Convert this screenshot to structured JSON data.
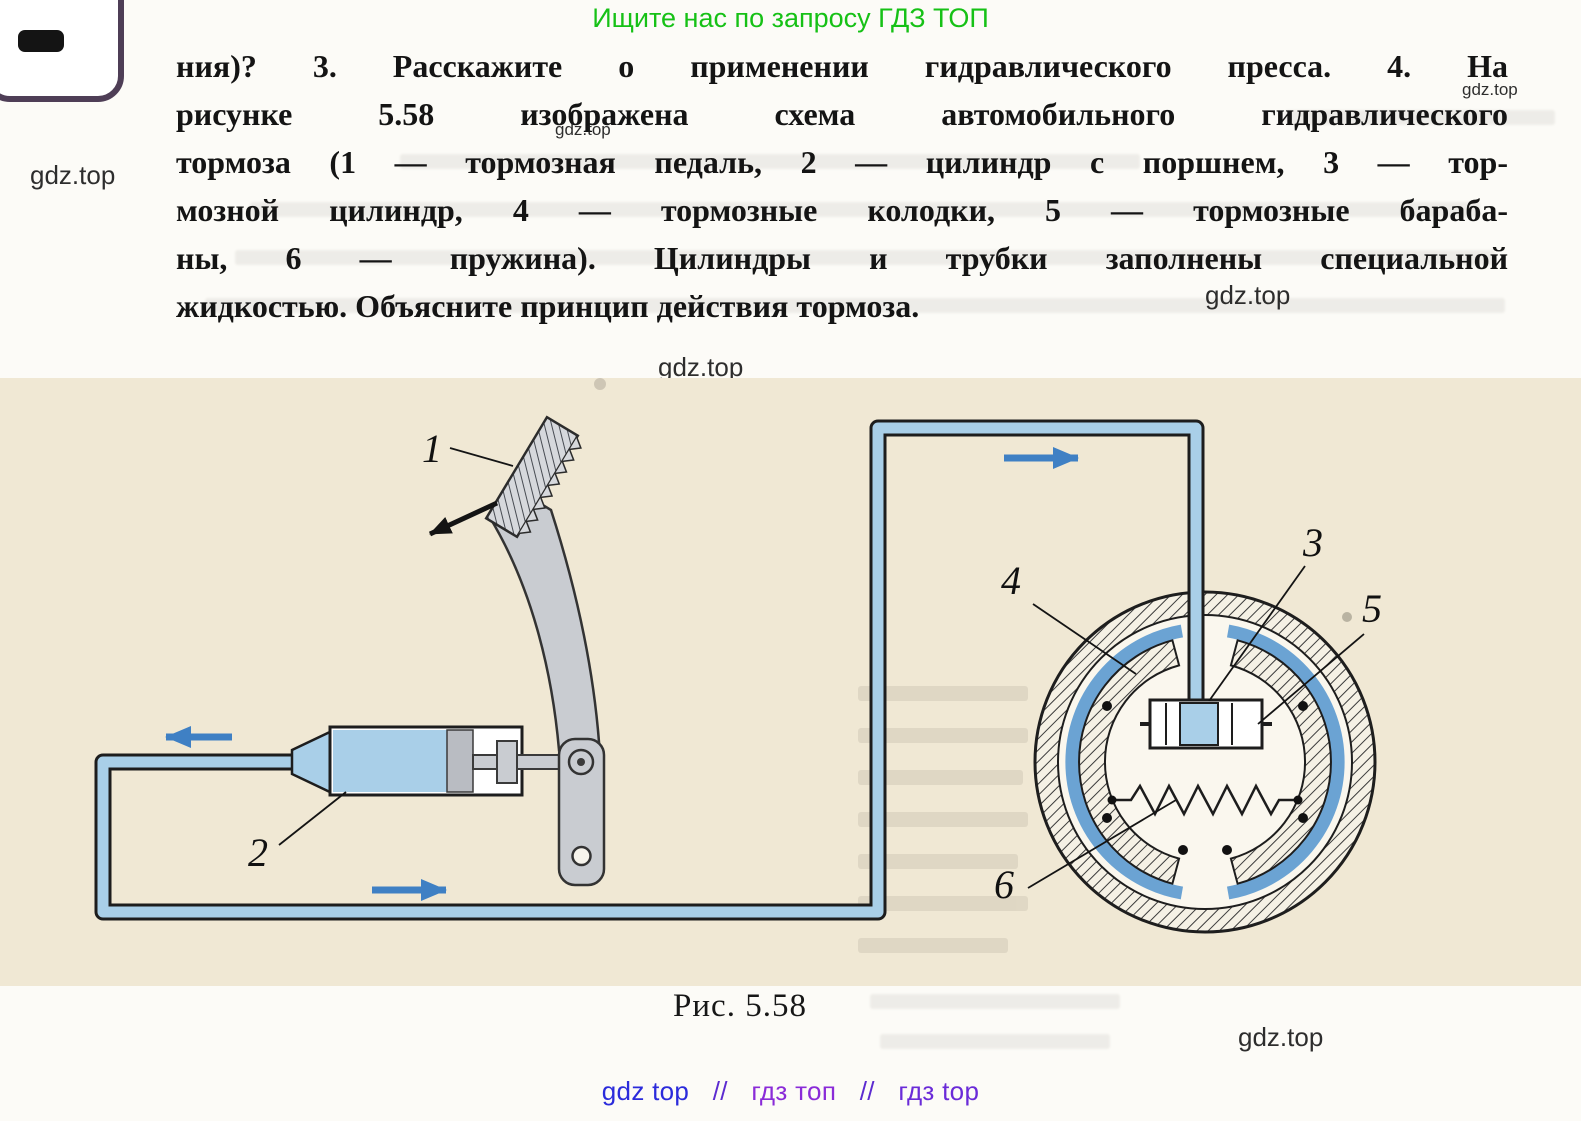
{
  "promo_top": "Ищите нас по запросу ГДЗ ТОП",
  "watermark": "gdz.top",
  "paragraph": {
    "lines": [
      "ния)? 3. Расскажите о применении гидравлического пресса. 4. На",
      "рисунке 5.58 изображена схема автомобильного гидравлического",
      "тормоза (1 — тормозная педаль, 2 — цилиндр с поршнем, 3 — тор-",
      "мозной цилиндр, 4 — тормозные колодки, 5 — тормозные бараба-",
      "ны, 6 — пружина). Цилиндры и трубки заполнены специальной",
      "жидкостью. Объясните принцип действия тормоза."
    ]
  },
  "figure": {
    "caption": "Рис. 5.58",
    "labels": [
      "1",
      "2",
      "3",
      "4",
      "5",
      "6"
    ],
    "legend": {
      "1": "тормозная педаль",
      "2": "цилиндр с поршнем",
      "3": "тормозной цилиндр",
      "4": "тормозные колодки",
      "5": "тормозные барабаны",
      "6": "пружина"
    }
  },
  "footer": {
    "part1": "gdz top",
    "sep1": "//",
    "part2": "гдз топ",
    "sep2": "//",
    "part3": "гдз top"
  },
  "colors": {
    "fluid_blue": "#a9cfe8",
    "arrow_blue": "#3f80c4",
    "band_blue": "#6ba3d3",
    "page_cream": "#f0e8d4",
    "promo_green": "#16c116",
    "footer_blue": "#2b2bdb",
    "footer_purple": "#8a2bd8"
  }
}
